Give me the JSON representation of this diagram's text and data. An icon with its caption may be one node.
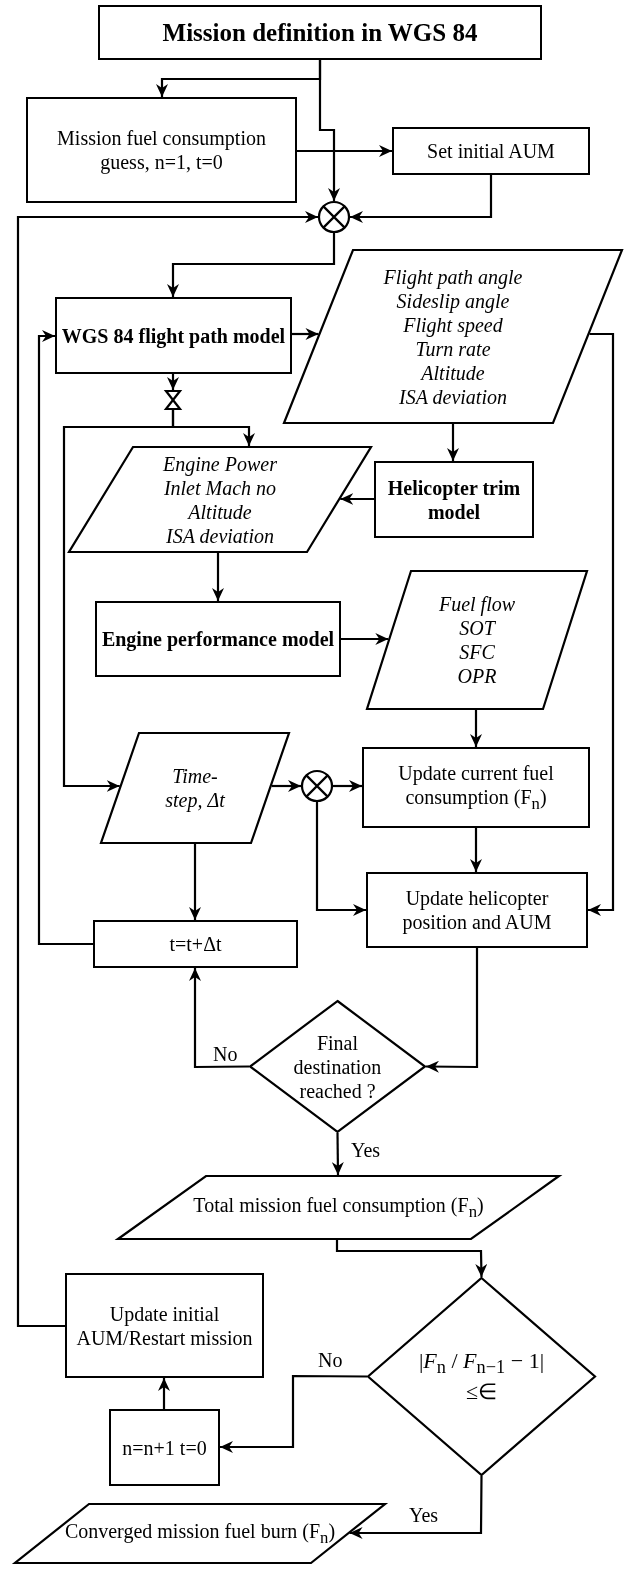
{
  "diagram": {
    "nodes": [
      {
        "text": [
          "Mission definition in WGS 84"
        ]
      },
      {
        "text": [
          "Mission fuel consumption guess, n=1, t=0"
        ]
      },
      {
        "text": [
          "Set initial AUM"
        ]
      },
      {
        "text": [],
        "shape": "circle"
      },
      {
        "text": [
          "WGS 84 flight path model"
        ]
      },
      {
        "text": [
          "Flight path angle",
          "Sideslip angle",
          "Flight speed",
          "Turn rate",
          "Altitude",
          "ISA deviation"
        ]
      },
      {
        "text": [],
        "shape": "valve"
      },
      {
        "text": [
          "Engine Power",
          "Inlet Mach no",
          "Altitude",
          "ISA deviation"
        ]
      },
      {
        "text": [
          "Helicopter trim model"
        ]
      },
      {
        "text": [
          "Engine performance model"
        ]
      },
      {
        "text": [
          "Fuel flow",
          "SOT",
          "SFC",
          "OPR"
        ]
      },
      {
        "text": [
          "Time-step, Δt"
        ]
      },
      {
        "text": [],
        "shape": "circle"
      },
      {
        "text": [
          "Update current fuel consumption (F$_{n}$)"
        ]
      },
      {
        "text": [
          "Update helicopter position and AUM"
        ]
      },
      {
        "text": [
          "t=t+Δt"
        ]
      },
      {
        "text": [
          "Final destination reached ?"
        ]
      },
      {
        "text": [
          "Total mission fuel consumption (F$_{n}$)"
        ]
      },
      {
        "text": [
          "|*F*$_{n}$ / *F*$_{n−1}$ − 1| ≤∈"
        ]
      },
      {
        "text": [
          "Update initial AUM/Restart mission"
        ]
      },
      {
        "text": [
          "n=n+1 t=0"
        ]
      },
      {
        "text": [
          "Converged mission fuel burn (F$_{n}$)"
        ]
      }
    ],
    "edges": [
      {
        "from": 0,
        "to": 1,
        "arrow": "to"
      },
      {
        "from": 0,
        "to": 3,
        "arrow": "to"
      },
      {
        "from": 1,
        "to": 2,
        "arrow": "to"
      },
      {
        "from": 2,
        "to": 3,
        "arrow": "to"
      },
      {
        "from": 19,
        "to": 3,
        "arrow": "to"
      },
      {
        "from": 3,
        "to": 4,
        "arrow": "to"
      },
      {
        "from": 4,
        "to": 5,
        "arrow": "to"
      },
      {
        "from": 15,
        "to": 4,
        "arrow": "to"
      },
      {
        "from": 4,
        "to": 6,
        "arrow": "to"
      },
      {
        "from": 6,
        "to": 7,
        "arrow": "to"
      },
      {
        "from": 6,
        "to": 11,
        "arrow": "to"
      },
      {
        "from": 5,
        "to": 8,
        "arrow": "to"
      },
      {
        "from": 8,
        "to": 7,
        "arrow": "to"
      },
      {
        "from": 7,
        "to": 9,
        "arrow": "to"
      },
      {
        "from": 9,
        "to": 10,
        "arrow": "to"
      },
      {
        "from": 10,
        "to": 13,
        "arrow": "to"
      },
      {
        "from": 11,
        "to": 12,
        "arrow": "to"
      },
      {
        "from": 12,
        "to": 13,
        "arrow": "to"
      },
      {
        "from": 12,
        "to": 14,
        "arrow": "to"
      },
      {
        "from": 5,
        "to": 14,
        "arrow": "to"
      },
      {
        "from": 13,
        "to": 14,
        "arrow": "to"
      },
      {
        "from": 11,
        "to": 15,
        "arrow": "to"
      },
      {
        "from": 14,
        "to": 16,
        "arrow": "to"
      },
      {
        "from": 16,
        "to": 15,
        "arrow": "to",
        "label": "No"
      },
      {
        "from": 16,
        "to": 17,
        "arrow": "to",
        "label": "Yes"
      },
      {
        "from": 17,
        "to": 18,
        "arrow": "to"
      },
      {
        "from": 18,
        "to": 20,
        "arrow": "to",
        "label": "No"
      },
      {
        "from": 20,
        "to": 19,
        "arrow": "to"
      },
      {
        "from": 18,
        "to": 21,
        "arrow": "to",
        "label": "Yes"
      }
    ]
  }
}
